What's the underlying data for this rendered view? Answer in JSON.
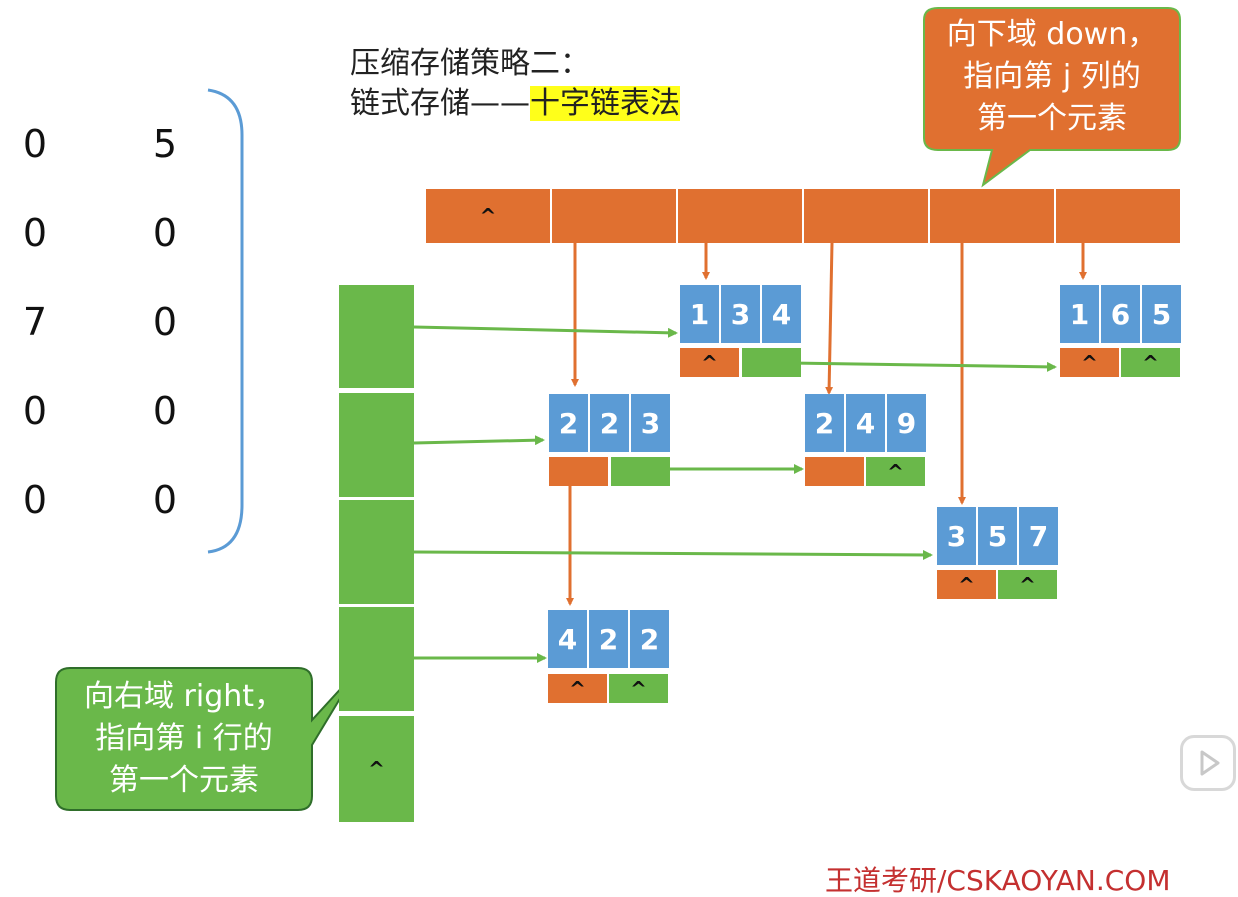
{
  "title": {
    "line1": "压缩存储策略二：",
    "line2_prefix": "链式存储——",
    "line2_highlight": "十字链表法"
  },
  "matrix": {
    "rows": [
      [
        "0",
        "5"
      ],
      [
        "0",
        "0"
      ],
      [
        "7",
        "0"
      ],
      [
        "0",
        "0"
      ],
      [
        "0",
        "0"
      ]
    ]
  },
  "column_heads": [
    "^",
    "",
    "",
    "",
    "",
    ""
  ],
  "row_heads": [
    "",
    "",
    "",
    "",
    "^"
  ],
  "nodes": [
    {
      "id": "n134",
      "vals": [
        "1",
        "3",
        "4"
      ],
      "down": "^",
      "right": ""
    },
    {
      "id": "n165",
      "vals": [
        "1",
        "6",
        "5"
      ],
      "down": "^",
      "right": "^"
    },
    {
      "id": "n223",
      "vals": [
        "2",
        "2",
        "3"
      ],
      "down": "",
      "right": ""
    },
    {
      "id": "n249",
      "vals": [
        "2",
        "4",
        "9"
      ],
      "down": "",
      "right": "^"
    },
    {
      "id": "n357",
      "vals": [
        "3",
        "5",
        "7"
      ],
      "down": "^",
      "right": "^"
    },
    {
      "id": "n422",
      "vals": [
        "4",
        "2",
        "2"
      ],
      "down": "^",
      "right": "^"
    }
  ],
  "callouts": {
    "down_lines": [
      "向下域 down，",
      "指向第 j 列的",
      "第一个元素"
    ],
    "right_lines": [
      "向右域 right，",
      "指向第 i 行的",
      "第一个元素"
    ]
  },
  "watermark": "王道考研/CSKAOYAN.COM",
  "colors": {
    "orange": "#e07030",
    "green": "#6ab84a",
    "blue": "#5b9bd5",
    "highlight": "#ffff1a",
    "bracket": "#5b9bd5"
  }
}
